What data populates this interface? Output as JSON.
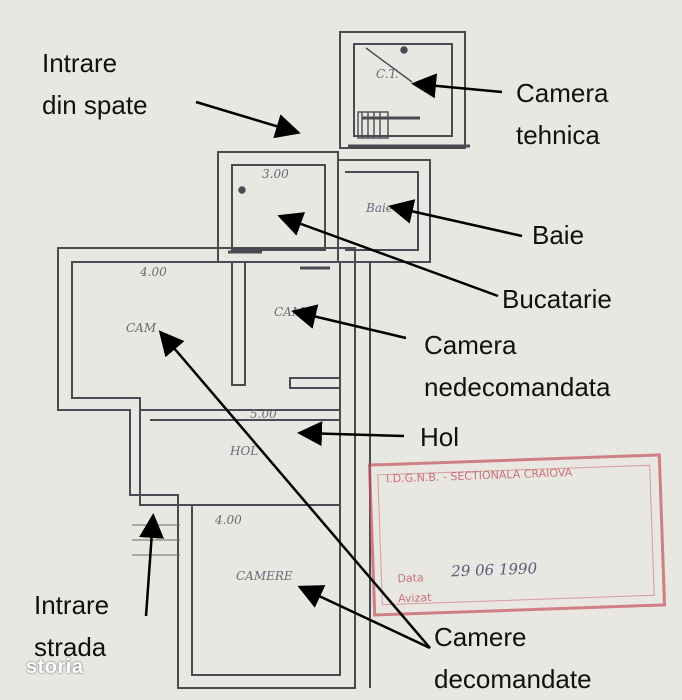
{
  "labels": {
    "intrare_spate_1": "Intrare",
    "intrare_spate_2": "din spate",
    "camera_tehnica_1": "Camera",
    "camera_tehnica_2": "tehnica",
    "baie": "Baie",
    "bucatarie": "Bucatarie",
    "camera_nedecomandata_1": "Camera",
    "camera_nedecomandata_2": "nedecomandata",
    "hol": "Hol",
    "intrare_strada_1": "Intrare",
    "intrare_strada_2": "strada",
    "camere_decomandate_1": "Camere",
    "camere_decomandate_2": "decomandate"
  },
  "plan_text": {
    "ct": "C.T.",
    "baie_room": "Baie",
    "cam_left": "CAM",
    "cam_center": "CAM",
    "hol_room": "HOL",
    "camere_room": "CAMERE",
    "dim_400": "4.00",
    "dim_400b": "4.00",
    "dim_500": "5.00",
    "dim_300": "3.00"
  },
  "stamp": {
    "title": "I.D.G.N.B. - SECTIONALA CRAIOVA",
    "date": "29 06 1990",
    "date_label": "Data",
    "aviz_label": "Avizat"
  },
  "brand": "storia",
  "colors": {
    "paper": "#e9e7e2",
    "wall": "#4a4a52",
    "stamp": "#c2545c",
    "arrow": "#000000"
  }
}
